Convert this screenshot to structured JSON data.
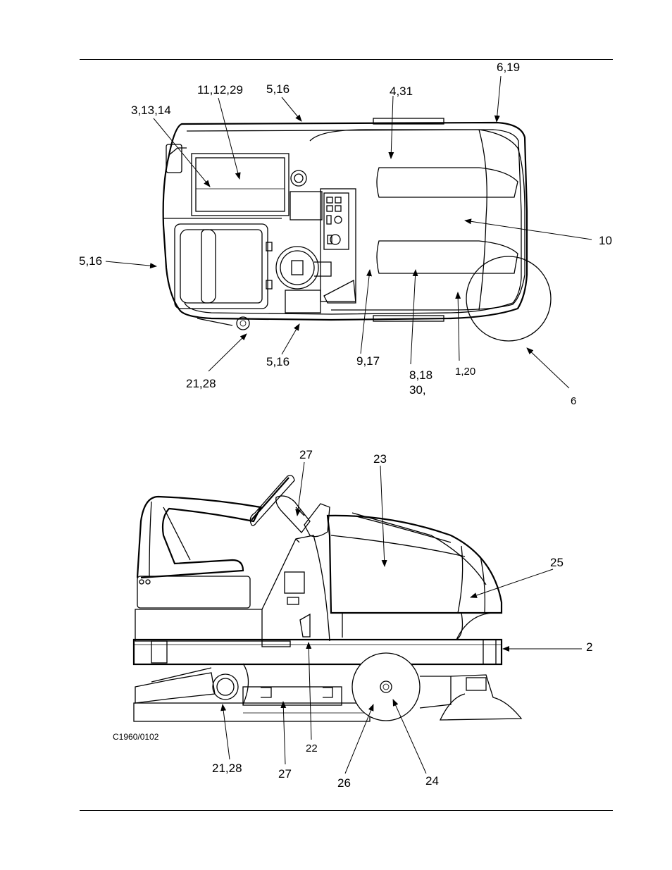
{
  "top_view": {
    "callouts": [
      {
        "id": "c1",
        "text": "6,19"
      },
      {
        "id": "c2",
        "text": "11,12,29"
      },
      {
        "id": "c3",
        "text": "5,16"
      },
      {
        "id": "c4",
        "text": "4,31"
      },
      {
        "id": "c5",
        "text": "3,13,14"
      },
      {
        "id": "c6",
        "text": "10"
      },
      {
        "id": "c7",
        "text": "5,16"
      },
      {
        "id": "c8",
        "text": "5,16"
      },
      {
        "id": "c9",
        "text": "9,17"
      },
      {
        "id": "c10",
        "text": "8,18"
      },
      {
        "id": "c11",
        "text": "30,"
      },
      {
        "id": "c12",
        "text": "1,20"
      },
      {
        "id": "c13",
        "text": "21,28"
      },
      {
        "id": "c14",
        "text": "6"
      }
    ]
  },
  "side_view": {
    "callouts": [
      {
        "id": "s1",
        "text": "27"
      },
      {
        "id": "s2",
        "text": "23"
      },
      {
        "id": "s3",
        "text": "25"
      },
      {
        "id": "s4",
        "text": "2"
      },
      {
        "id": "s5",
        "text": "22"
      },
      {
        "id": "s6",
        "text": "21,28"
      },
      {
        "id": "s7",
        "text": "27"
      },
      {
        "id": "s8",
        "text": "26"
      },
      {
        "id": "s9",
        "text": "24"
      }
    ],
    "drawing_number": "C1960/0102"
  }
}
